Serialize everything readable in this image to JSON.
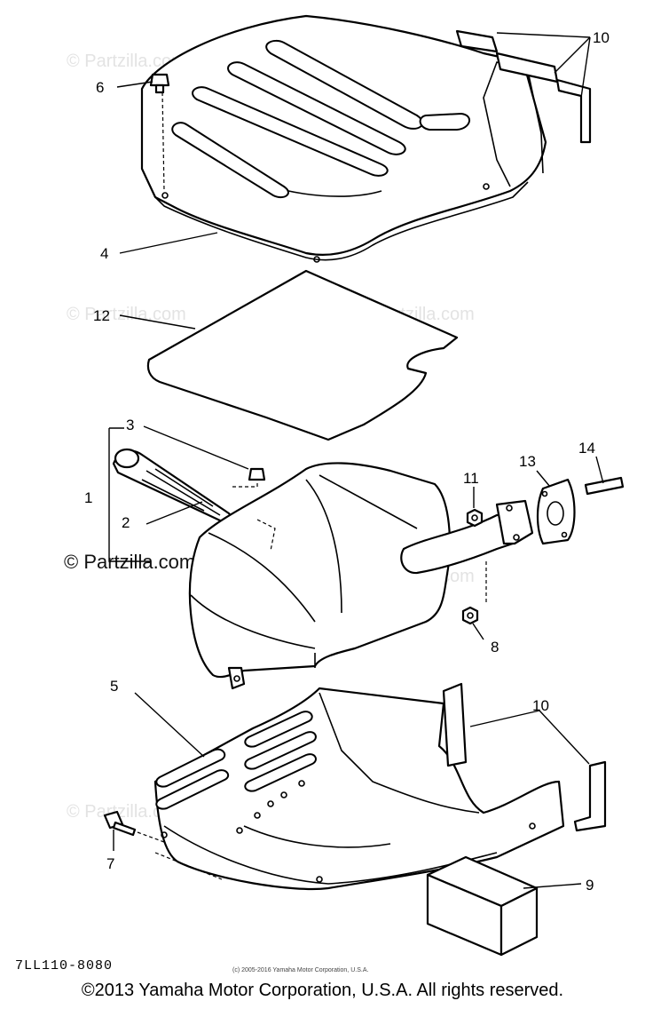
{
  "watermark": "© Partzilla.com",
  "watermark_strong": "© Partzilla.com",
  "callouts": {
    "c1": "1",
    "c2": "2",
    "c3": "3",
    "c4": "4",
    "c5": "5",
    "c6": "6",
    "c7": "7",
    "c8": "8",
    "c9": "9",
    "c10a": "10",
    "c10b": "10",
    "c11": "11",
    "c12": "12",
    "c13": "13",
    "c14": "14"
  },
  "diagram_code": "7LL110-8080",
  "small_notice": "(c) 2005-2016 Yamaha Motor Corporation, U.S.A.",
  "copyright": "©2013 Yamaha Motor Corporation, U.S.A. All rights reserved."
}
